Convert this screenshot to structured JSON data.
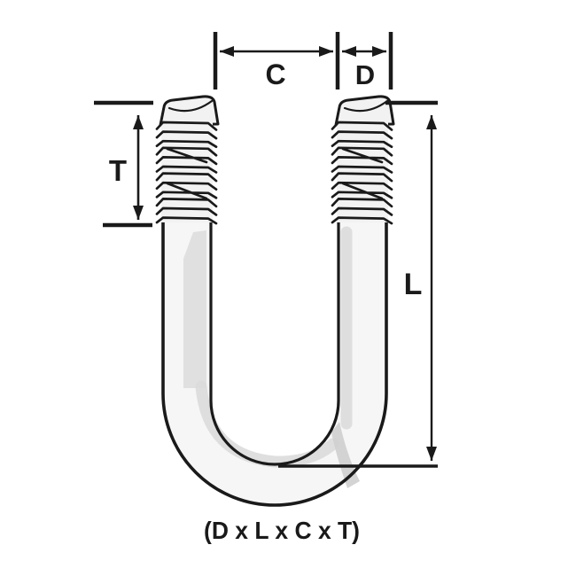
{
  "diagram": {
    "type": "technical-illustration",
    "subject": "u-bolt",
    "dimension_labels": {
      "c": "C",
      "d": "D",
      "t": "T",
      "l": "L"
    },
    "caption": "(D x L x C x T)",
    "colors": {
      "line": "#1a1a1a",
      "body": "#f6f6f6",
      "cap": "#f2f2f2",
      "shade": "#dcdcdc",
      "shade_dark": "#cfcfcf",
      "background": "#ffffff"
    }
  }
}
